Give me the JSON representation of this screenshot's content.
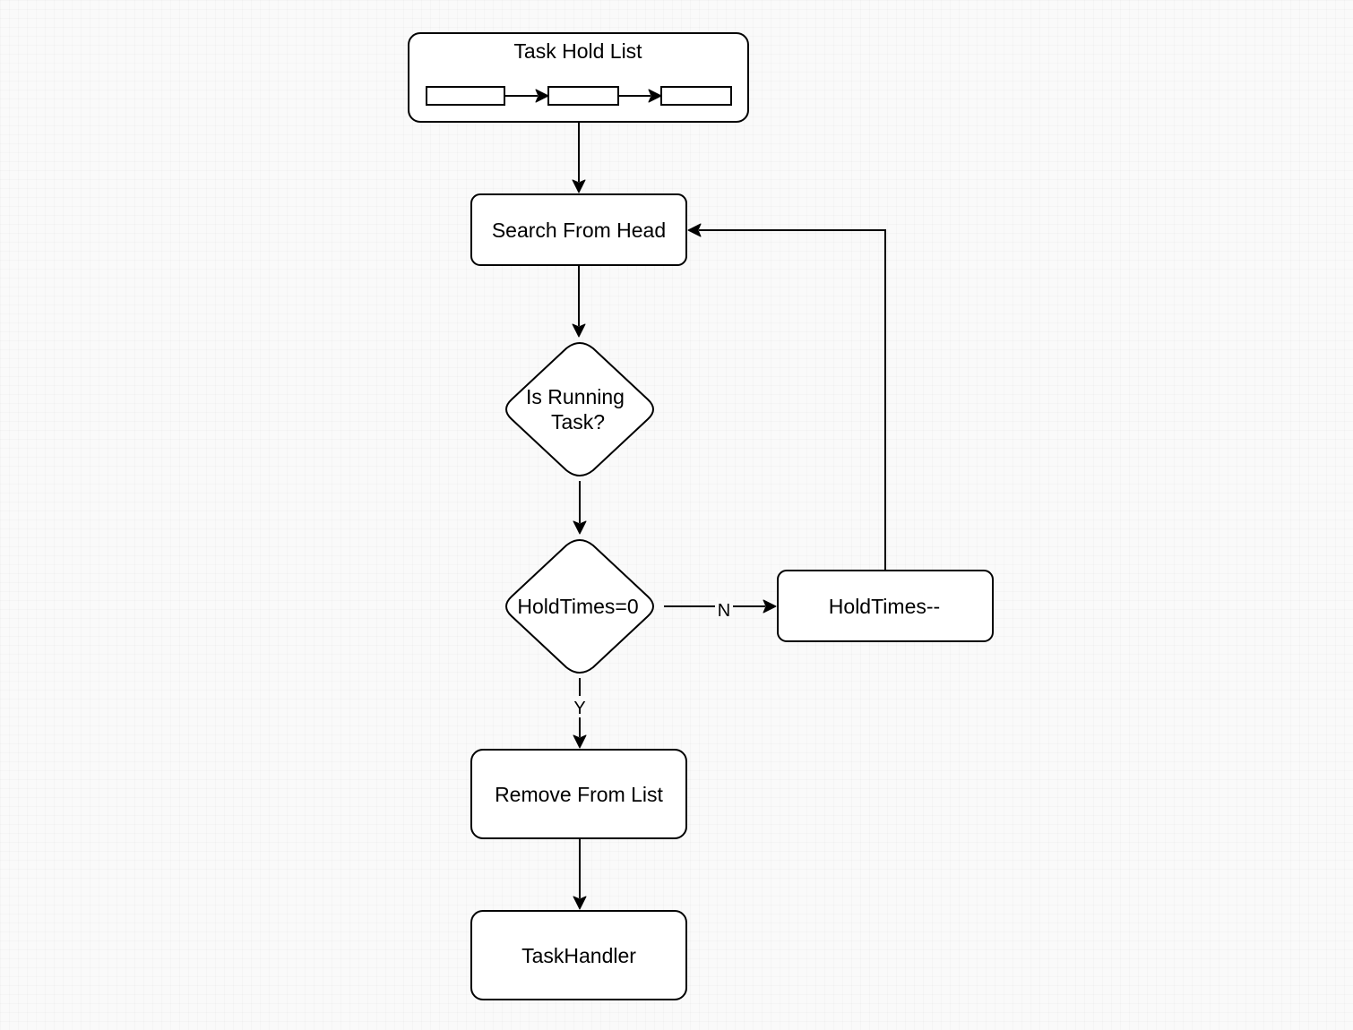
{
  "diagram": {
    "colors": {
      "stroke": "#000000",
      "fill": "#ffffff",
      "background": "#fafafa",
      "text": "#000000"
    },
    "nodes": {
      "task_hold_list": "Task Hold List",
      "search_from_head": "Search From Head",
      "is_running_task_line1": "Is Running",
      "is_running_task_line2": "Task?",
      "hold_times_zero": "HoldTimes=0",
      "hold_times_decrement": "HoldTimes--",
      "remove_from_list": "Remove From List",
      "task_handler": "TaskHandler"
    },
    "edge_labels": {
      "no": "N",
      "yes": "Y"
    }
  }
}
